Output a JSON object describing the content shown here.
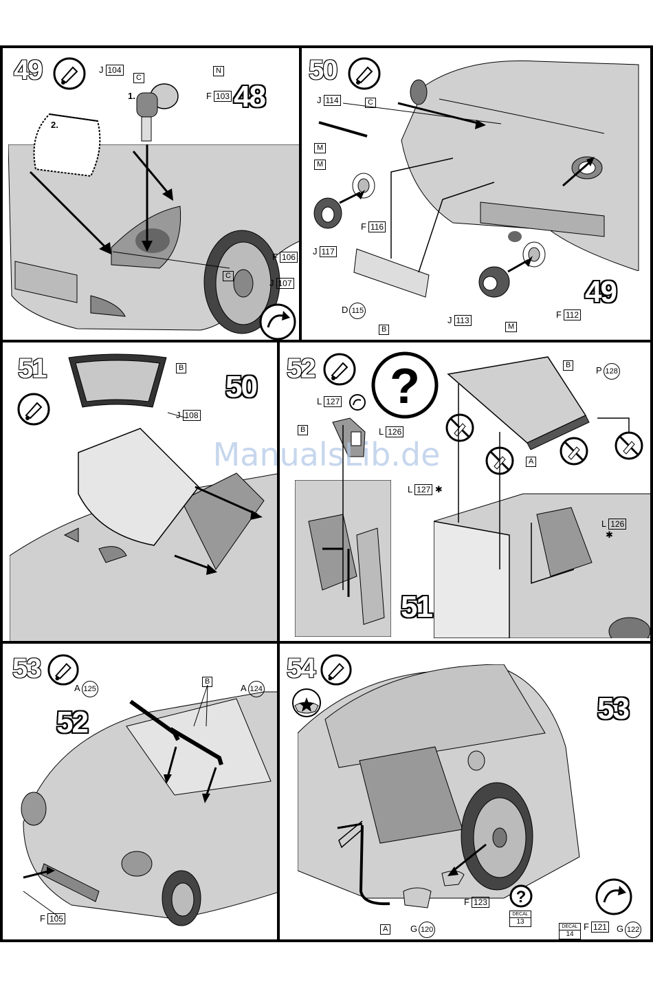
{
  "watermark": "ManualsLib.de",
  "panels": {
    "p49": {
      "step": "49",
      "ref": "48",
      "seq1": "1.",
      "seq2": "2.",
      "labels": {
        "j104_l": "J",
        "j104_n": "104",
        "c1": "C",
        "n1": "N",
        "f103_l": "F",
        "f103_n": "103",
        "c2": "C",
        "f106_l": "F",
        "f106_n": "106",
        "j107_l": "J",
        "j107_n": "107"
      }
    },
    "p50": {
      "step": "50",
      "ref": "49",
      "labels": {
        "j114_l": "J",
        "j114_n": "114",
        "c1": "C",
        "m1": "M",
        "m2": "M",
        "f116_l": "F",
        "f116_n": "116",
        "j117_l": "J",
        "j117_n": "117",
        "d115_l": "D",
        "d115_n": "115",
        "b1": "B",
        "j113_l": "J",
        "j113_n": "113",
        "m3": "M",
        "f112_l": "F",
        "f112_n": "112"
      }
    },
    "p51": {
      "step": "51",
      "ref": "50",
      "labels": {
        "b1": "B",
        "j108_l": "J",
        "j108_n": "108"
      }
    },
    "p52": {
      "step": "52",
      "ref": "51",
      "question": "?",
      "labels": {
        "b1": "B",
        "p128_l": "P",
        "p128_n": "128",
        "l127_l": "L",
        "l127_n": "127",
        "b2": "B",
        "l126_l": "L",
        "l126_n": "126",
        "a1": "A",
        "l127b_l": "L",
        "l127b_n": "127",
        "l126b_l": "L",
        "l126b_n": "126"
      }
    },
    "p53": {
      "step": "53",
      "ref": "52",
      "labels": {
        "b1": "B",
        "a125_l": "A",
        "a125_n": "125",
        "a124_l": "A",
        "a124_n": "124",
        "f105_l": "F",
        "f105_n": "105"
      }
    },
    "p54": {
      "step": "54",
      "ref": "53",
      "labels": {
        "f123_l": "F",
        "f123_n": "123",
        "a1": "A",
        "g120_l": "G",
        "g120_n": "120",
        "decal13_top": "DECAL",
        "decal13_n": "13",
        "decal14_top": "DECAL",
        "decal14_n": "14",
        "f121_l": "F",
        "f121_n": "121",
        "g122_l": "G",
        "g122_n": "122",
        "q": "?"
      }
    }
  }
}
